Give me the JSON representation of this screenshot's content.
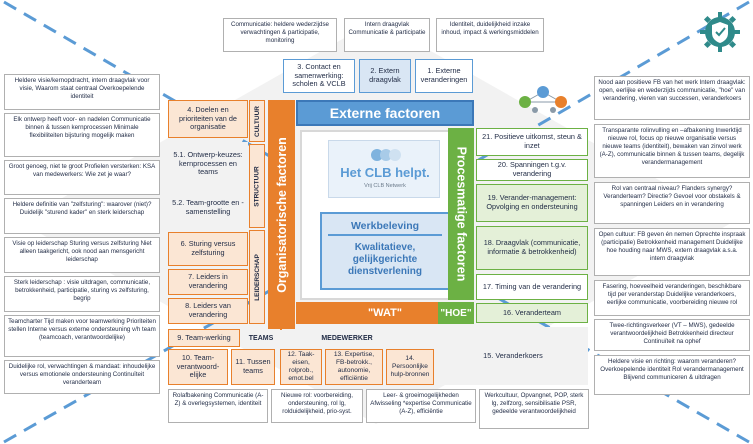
{
  "top_notes": [
    [
      "Communicatie: heldere wederzijdse verwachtingen & participatie, monitoring"
    ],
    [
      "Intern draagvlak Communicatie & participatie"
    ],
    [
      "Identiteit, duidelijkheid inzake inhoud, impact & werkingsmiddelen"
    ]
  ],
  "left_notes": [
    "Heldere visie/kernopdracht, intern draagvlak voor visie, Waarom staat centraal Overkoepelende identiteit",
    "Elk ontwerp heeft voor- en nadelen Communicatie binnen & tussen kernprocessen Minimale flexibiliteiten bijsturing mogelijk maken",
    "Groot genoeg, niet te groot Profielen versterken: KSA van medewerkers: Wie zet je waar?",
    "Heldere definitie van \"zelfsturing\": waarover (niet)? Duidelijk \"sturend kader\" en sterk leiderschap",
    "Visie op leiderschap Sturing versus zelfsturing Niet alleen taakgericht, ook nood aan mensgericht leiderschap",
    "Sterk leiderschap : visie uitdragen, communicatie, betrokkenheid, participatie, sturing vs zelfsturing, begrip",
    "Teamcharter Tijd maken voor teamwerking Prioriteiten stellen Interne versus externe ondersteuning v/h team (teamcoach, verantwoordelijke)",
    "Duidelijke rol, verwachtingen & mandaat: inhoudelijke versus emotionele ondersteuning Continuïteit veranderteam"
  ],
  "right_notes": [
    "Nood aan positieve FB van het werk Intern draagvlak: open, eerlijke en wederzijds communicatie, \"hoe\" van verandering, vieren van successen, veranderkoers",
    "Transparante rolinvulling en –afbakening Inwerktijd nieuwe rol, focus op nieuwe organisatie versus nieuwe teams (identiteit), bewaken van zinvol werk (A-Z), communicatie binnen & tussen teams, degelijk verandermanagement",
    "Rol van centraal niveau? Flanders synergy? Veranderteam? Directie? Gevoel voor obstakels & spanningen Leiders en in verandering",
    "Open cultuur: FB geven én nemen Oprechte inspraak (participatie) Betrokkenheid management Duidelijke hoe houding naar MWS, extern draagvlak a.s.a. intern draagvlak",
    "Fasering, hoeveelheid veranderingen, beschikbare tijd per veranderstap Duidelijke veranderkoers, eerlijke communicatie, voorbereiding nieuwe rol",
    "Twee-richtingsverkeer (VT – MWS), gedeelde verantwoordelijkheid Betrokkenheid directeur Continuïteit na ophef",
    "Heldere visie en richting: waarom veranderen? Overkoepelende identiteit Rol verandermanagement Blijvend communiceren & uitdragen"
  ],
  "bottom_notes": [
    "Rolafbakening Communicatie (A-Z) & overlegsystemen, identiteit",
    "Nieuwe rol: voorbereiding, ondersteuning, rol lg, rolduidelijkheid, prio-syst.",
    "Leer- & groeimogelijkheden Afwisseling *expertise Communicatie (A-Z), efficiëntie",
    "Werkcultuur, Opvangnet, POP, sterk lg, zelfzorg, sensibilisatie PSR, gedeelde verantwoordelijkheid"
  ],
  "top_boxes": {
    "b3": "3. Contact en samenwerking: scholen & VCLB",
    "b2": "2. Extern draagvlak",
    "b1": "1. Externe veranderingen"
  },
  "left_boxes": {
    "b4": "4. Doelen en prioriteiten van de organisatie",
    "b5_1": "5.1. Ontwerp-keuzes: kernprocessen en teams",
    "b5_2": "5.2. Team-grootte en -samenstelling",
    "b6": "6. Sturing versus zelfsturing",
    "b7": "7. Leiders in verandering",
    "b8": "8. Leiders van verandering",
    "b9": "9. Team-werking",
    "b10": "10. Team-verantwoord-elijke",
    "b11": "11. Tussen teams",
    "b12": "12. Taak-eisen, rolprob., emot.bel",
    "b13": "13. Expertise, FB-betrokk., autonomie, efficiëntie",
    "b14": "14. Persoonlijke hulp-bronnen"
  },
  "side_labels": {
    "cultuur": "CULTUUR",
    "structuur": "STRUCTUUR",
    "leiderschap": "LEIDERSCHAP",
    "teams": "TEAMS",
    "medewerker": "MEDEWERKER"
  },
  "right_boxes": {
    "b21": "21. Positieve uitkomst, steun & inzet",
    "b20": "20. Spanningen t.g.v. verandering",
    "b19": "19. Verander-management: Opvolging en ondersteuning",
    "b18": "18. Draagvlak (communicatie, informatie & betrokkenheid)",
    "b17": "17. Timing van de verandering",
    "b16": "16. Veranderteam",
    "b15": "15. Veranderkoers"
  },
  "center": {
    "externe_factoren": "Externe factoren",
    "organisatorische_factoren": "Organisatorische factoren",
    "procesmatige_factoren": "Procesmatige factoren",
    "wat": "\"WAT\"",
    "hoe": "\"HOE\"",
    "werkbeleving": "Werkbeleving",
    "kwalitatieve": "Kwalitatieve, gelijkgerichte dienstverlening",
    "logo_text": "Het CLB helpt.",
    "logo_sub": "Vrij CLB Netwerk"
  },
  "colors": {
    "orange": "#e8802c",
    "green": "#6cb144",
    "blue": "#5b9bd5",
    "dash_blue": "#5b9bd5"
  },
  "icons": [
    "gear-shield-icon",
    "people-network-icon"
  ]
}
